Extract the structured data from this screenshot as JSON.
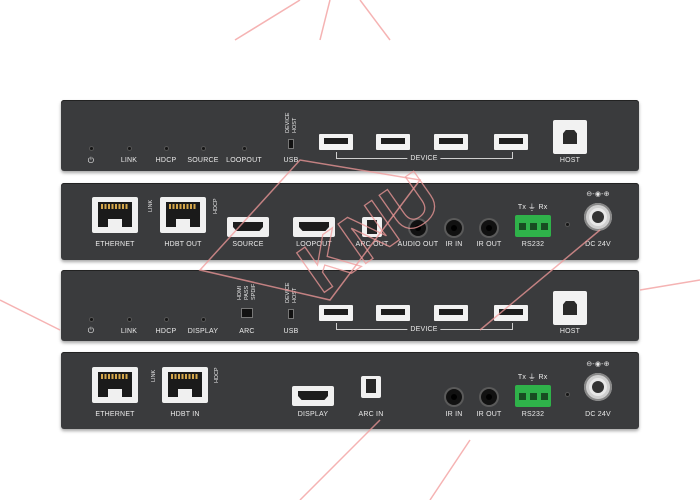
{
  "unit1_front": {
    "led_labels": [
      "LINK",
      "HDCP",
      "SOURCE",
      "LOOPOUT"
    ],
    "usb_switch": [
      "DEVICE",
      "HOST"
    ],
    "usb_label": "USB",
    "device_label": "DEVICE",
    "host_label": "HOST"
  },
  "unit1_rear": {
    "ethernet": "ETHERNET",
    "link": "LINK",
    "hdcp": "HDCP",
    "hdbt": "HDBT OUT",
    "source": "SOURCE",
    "loopout": "LOOPOUT",
    "arc_out": "ARC OUT",
    "audio_out": "AUDIO OUT",
    "ir_in": "IR IN",
    "ir_out": "IR OUT",
    "rs232": "RS232",
    "tx": "Tx",
    "rx": "Rx",
    "dc": "DC 24V"
  },
  "unit2_front": {
    "led_labels": [
      "LINK",
      "HDCP",
      "DISPLAY"
    ],
    "arc_modes": [
      "HDMI",
      "PASS",
      "SPDIF"
    ],
    "arc_label": "ARC",
    "usb_switch": [
      "DEVICE",
      "HOST"
    ],
    "usb_label": "USB",
    "device_label": "DEVICE",
    "host_label": "HOST"
  },
  "unit2_rear": {
    "ethernet": "ETHERNET",
    "link": "LINK",
    "hdcp": "HDCP",
    "hdbt": "HDBT IN",
    "display": "DISPLAY",
    "arc_in": "ARC IN",
    "ir_in": "IR IN",
    "ir_out": "IR OUT",
    "rs232": "RS232",
    "tx": "Tx",
    "rx": "Rx",
    "dc": "DC 24V"
  },
  "watermark": "KNU",
  "colors": {
    "panel": "#3a3b3d",
    "terminal": "#2fb24a",
    "watermark": "#f29a9a"
  }
}
